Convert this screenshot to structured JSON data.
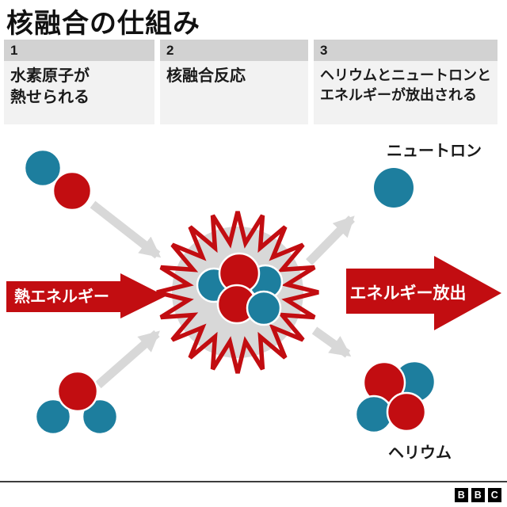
{
  "title": "核融合の仕組み",
  "steps": [
    {
      "number": "1",
      "lines": [
        "水素原子が",
        "熱せられる"
      ]
    },
    {
      "number": "2",
      "lines": [
        "核融合反応"
      ]
    },
    {
      "number": "3",
      "lines": [
        "ヘリウムとニュートロンと",
        "エネルギーが放出される"
      ]
    }
  ],
  "diagram": {
    "heat_arrow_label": "熱エネルギー",
    "energy_arrow_label": "エネルギー放出",
    "neutron_label": "ニュートロン",
    "helium_label": "ヘリウム",
    "particles": {
      "proton_color_name": "red",
      "neutron_color_name": "teal",
      "input_left_top": "deuterium-pair (1 teal + 1 red)",
      "input_left_bottom": "tritium-trio (1 red + 2 teal)",
      "center": "fusion starburst with 5 nucleons (2 red + 3 teal)",
      "output_top": "single neutron (teal)",
      "output_bottom": "helium (2 red + 2 teal)"
    }
  },
  "colors": {
    "red": "#c20d11",
    "teal": "#1d7e9e",
    "arrow_gray": "#d8d8d8",
    "header_gray": "#d2d2d2",
    "panel_gray": "#f2f2f2",
    "footer_line": "#3d3d3d",
    "logo_black": "#000000"
  },
  "footer": {
    "logo": [
      "B",
      "B",
      "C"
    ]
  }
}
